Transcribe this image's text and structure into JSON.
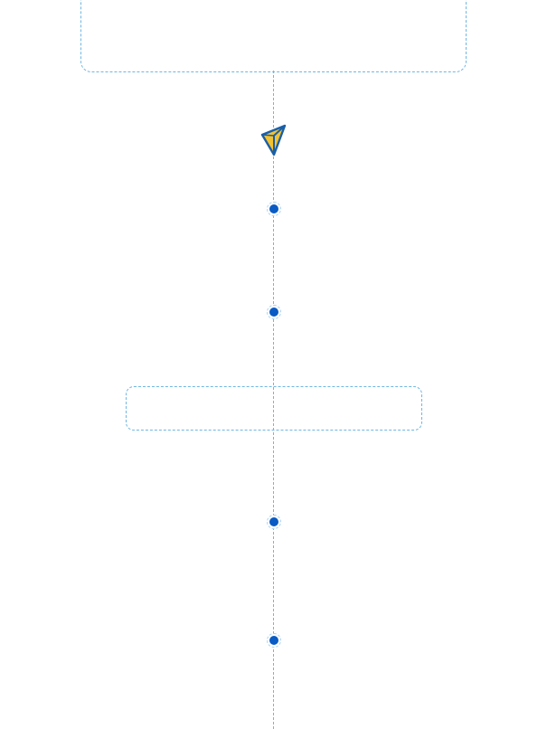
{
  "timeline": {
    "nodes": [
      {
        "id": "node-1"
      },
      {
        "id": "node-2"
      },
      {
        "id": "node-3"
      },
      {
        "id": "node-4"
      }
    ]
  },
  "icons": {
    "marker": "paper-plane-icon"
  },
  "colors": {
    "line": "#6fb6e2",
    "node_dot": "#0a5bc4",
    "plane_fill": "#f2c230",
    "plane_stroke": "#1a5fa8"
  }
}
